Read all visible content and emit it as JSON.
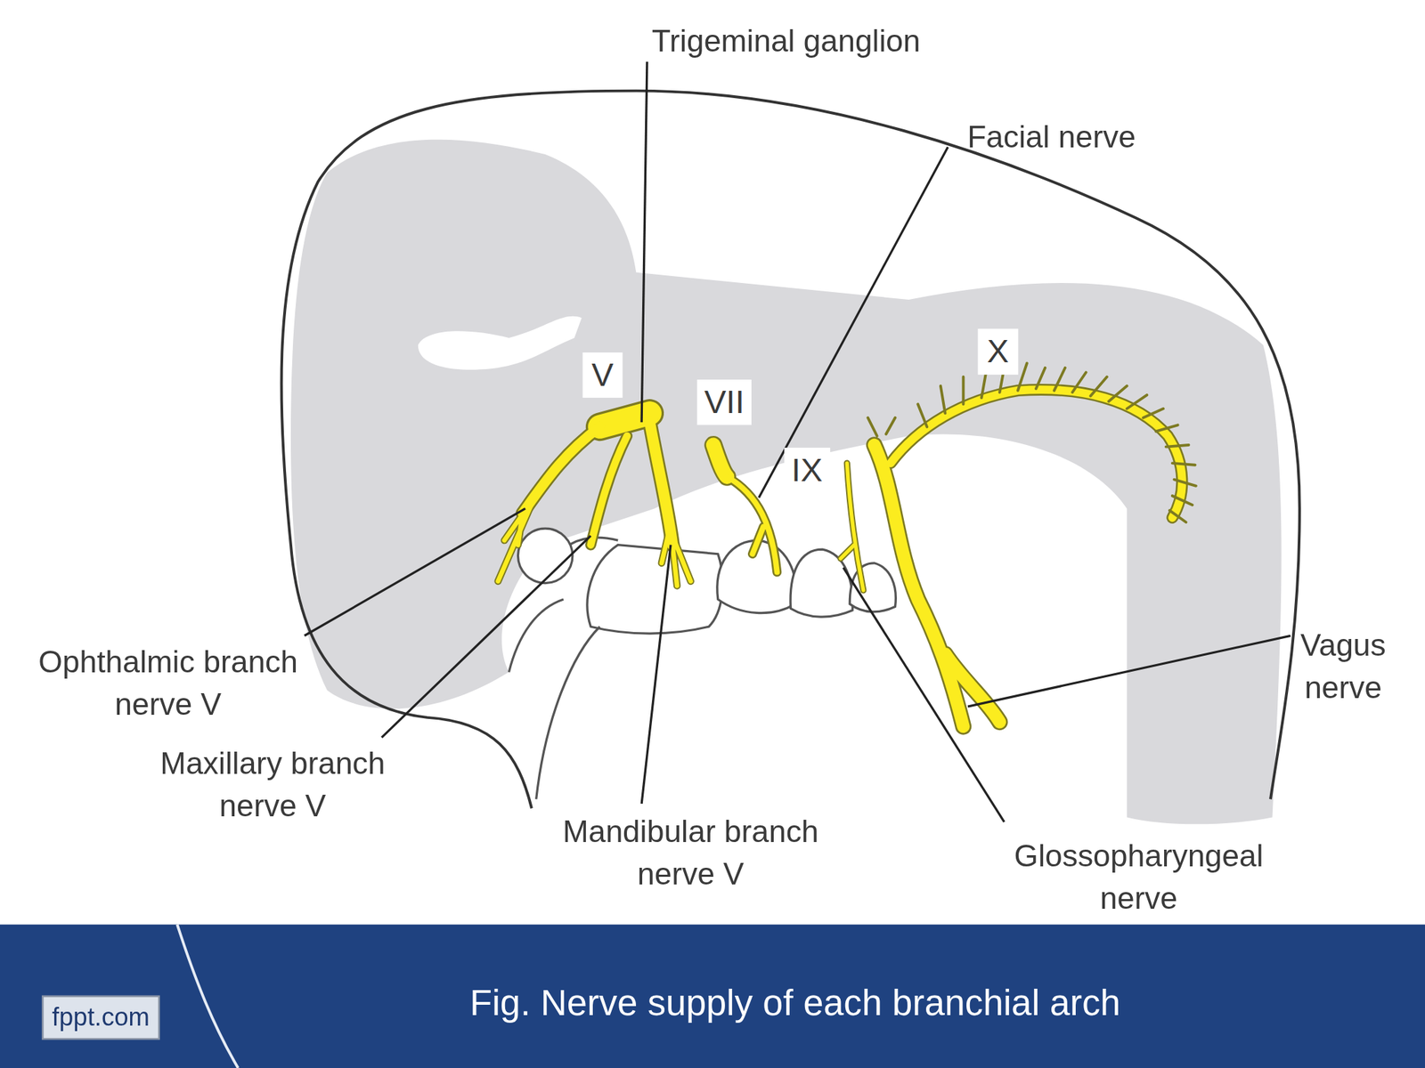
{
  "diagram": {
    "caption": "Fig. Nerve supply of each branchial arch",
    "labels": [
      "Trigeminal ganglion",
      "Facial nerve",
      "V",
      "VII",
      "IX",
      "X",
      "Ophthalmic branch nerve V",
      "Maxillary branch nerve V",
      "Mandibular branch nerve V",
      "Vagus nerve",
      "Glossopharyngeal nerve",
      "fppt.com"
    ]
  }
}
